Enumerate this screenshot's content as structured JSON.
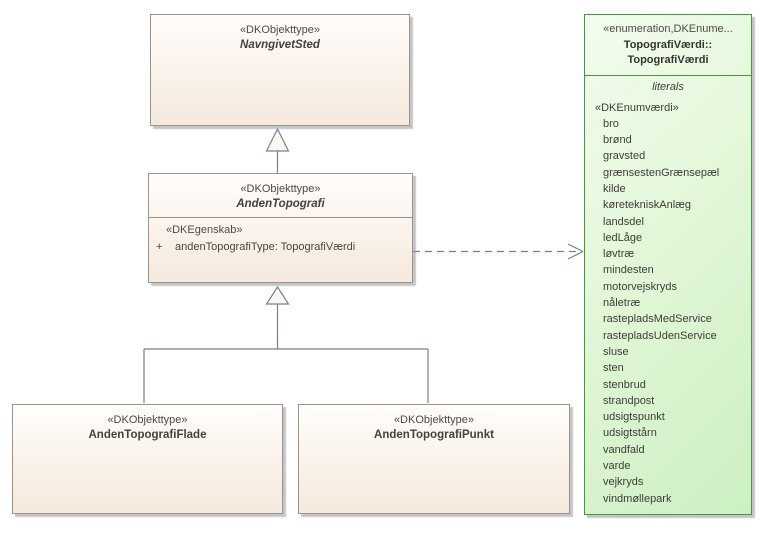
{
  "colors": {
    "class_fill_top": "#fffdfb",
    "class_fill_bottom": "#f5e9dd",
    "class_border": "#9a928c",
    "enum_fill_light": "#f3fcee",
    "enum_fill_dark": "#ccefc3",
    "enum_border": "#46963f",
    "connector": "#72809c",
    "text": "#4a453f"
  },
  "classes": {
    "navngivet_sted": {
      "stereotype": "«DKObjekttype»",
      "name": "NavngivetSted"
    },
    "anden_topografi": {
      "stereotype": "«DKObjekttype»",
      "name": "AndenTopografi",
      "attribute": {
        "stereotype": "«DKEgenskab»",
        "visibility": "+",
        "text": "andenTopografiType: TopografiVærdi"
      }
    },
    "anden_topografi_flade": {
      "stereotype": "«DKObjekttype»",
      "name": "AndenTopografiFlade"
    },
    "anden_topografi_punkt": {
      "stereotype": "«DKObjekttype»",
      "name": "AndenTopografiPunkt"
    }
  },
  "enumeration": {
    "stereotype": "«enumeration,DKEnume...",
    "qualified_name": "TopografiVærdi::",
    "name": "TopografiVærdi",
    "compartment_label": "literals",
    "literals_stereotype": "«DKEnumværdi»",
    "literals": [
      "bro",
      "brønd",
      "gravsted",
      "grænsestenGrænsepæl",
      "kilde",
      "køretekniskAnlæg",
      "landsdel",
      "ledLåge",
      "løvtræ",
      "mindesten",
      "motorvejskryds",
      "nåletræ",
      "rastepladsMedService",
      "rastepladsUdenService",
      "sluse",
      "sten",
      "stenbrud",
      "strandpost",
      "udsigtspunkt",
      "udsigtstårn",
      "vandfald",
      "varde",
      "vejkryds",
      "vindmøllepark"
    ]
  }
}
